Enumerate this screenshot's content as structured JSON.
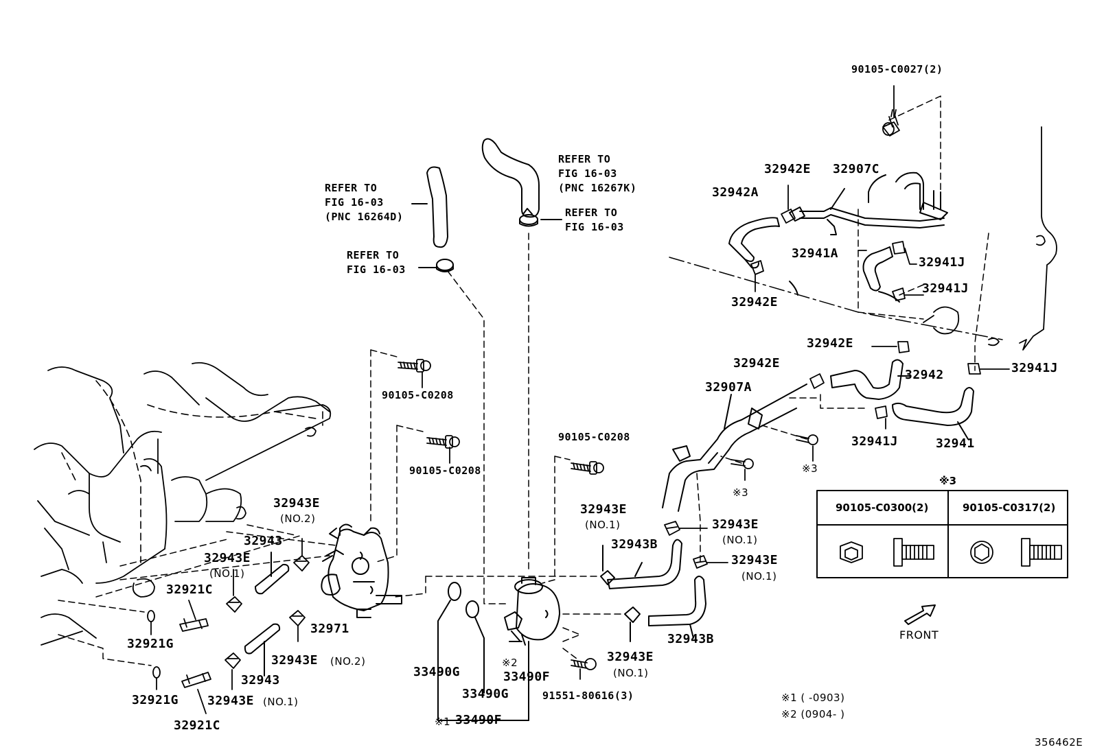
{
  "refs": {
    "r1": [
      "REFER TO",
      "FIG 16-03",
      "(PNC 16264D)"
    ],
    "r2": [
      "REFER TO",
      "FIG 16-03"
    ],
    "r3": [
      "REFER TO",
      "FIG 16-03",
      "(PNC 16267K)"
    ],
    "r4": [
      "REFER TO",
      "FIG 16-03"
    ]
  },
  "parts": {
    "p90105_C0027": "90105-C0027(2)",
    "p32942E_top": "32942E",
    "p32907C": "32907C",
    "p32942A": "32942A",
    "p32941A": "32941A",
    "p32941J_1": "32941J",
    "p32941J_2": "32941J",
    "p32942E_mid": "32942E",
    "p32942E_r": "32942E",
    "p32942E_l": "32942E",
    "p32942": "32942",
    "p32941J_3": "32941J",
    "p32907A": "32907A",
    "p32941J_4": "32941J",
    "p32941": "32941",
    "p90105_C0208_a": "90105-C0208",
    "p90105_C0208_b": "90105-C0208",
    "p90105_C0208_c": "90105-C0208",
    "p32943E_no2_a": "32943E",
    "p32943": "32943",
    "p32943E_no1_a": "32943E",
    "p32921C_a": "32921C",
    "p32921G_a": "32921G",
    "p32971": "32971",
    "p32943E_no2_b": "32943E",
    "p32943_b": "32943",
    "p32921G_b": "32921G",
    "p32943E_no1_b": "32943E",
    "p32921C_b": "32921C",
    "p33490G_a": "33490G",
    "p33490G_b": "33490G",
    "p33490F_a": "33490F",
    "p33490F_b": "33490F",
    "p91551": "91551-80616(3)",
    "p32943E_c": "32943E",
    "p32943B_a": "32943B",
    "p32943E_d": "32943E",
    "p32943E_e": "32943E",
    "p32943B_b": "32943B",
    "p32943E_f": "32943E"
  },
  "subs": {
    "no2": "(NO.2)",
    "no1": "(NO.1)"
  },
  "marks": {
    "m1": "※1",
    "m2": "※2",
    "m3": "※3"
  },
  "table": {
    "header": "※3",
    "col1": "90105-C0300(2)",
    "col2": "90105-C0317(2)"
  },
  "notes": {
    "n1": "※1 (      -0903)",
    "n2": "※2 (0904-      )"
  },
  "front_label": "FRONT",
  "figure_id": "356462E"
}
